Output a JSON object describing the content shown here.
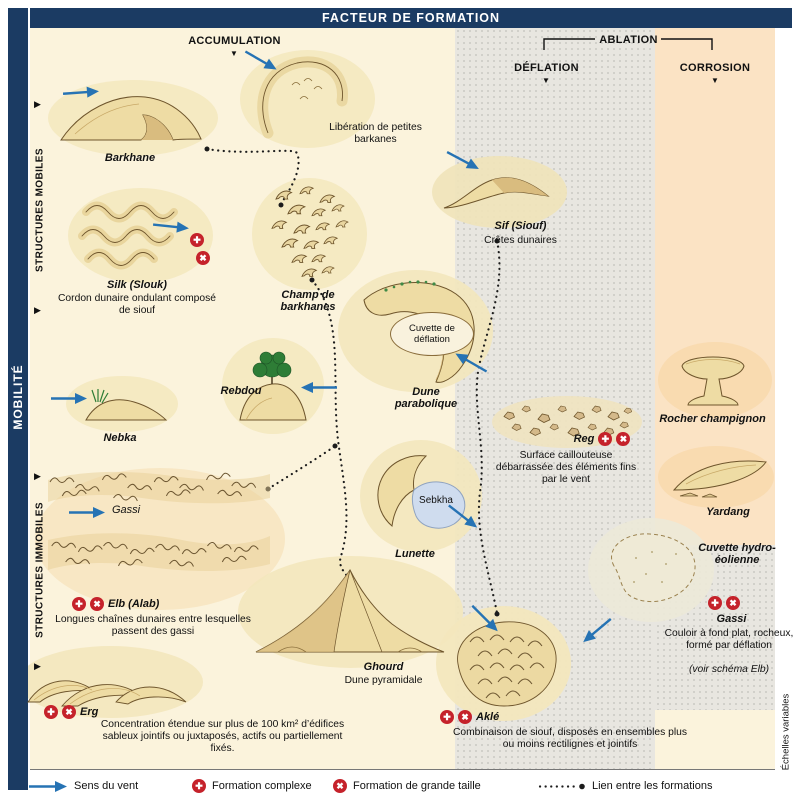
{
  "colors": {
    "navy": "#1b3b63",
    "cream": "#fbf3dc",
    "gray_zone": "#e8e6e0",
    "peach_zone": "#fbe3c4",
    "sand": "#eedca4",
    "sand_dark": "#d9bc7f",
    "outline": "#6e552c",
    "wind_blue": "#2673b4",
    "icon_red": "#c5222b",
    "sebkha_blue": "#cfdcee"
  },
  "header": {
    "title": "FACTEUR DE FORMATION"
  },
  "axis": {
    "mobility": "MOBILITÉ",
    "structures_mobiles": "STRUCTURES MOBILES",
    "structures_immobiles": "STRUCTURES IMMOBILES",
    "accumulation": "ACCUMULATION",
    "ablation": "ABLATION",
    "deflation": "DÉFLATION",
    "corrosion": "CORROSION"
  },
  "formations": {
    "barkhane": {
      "name": "Barkhane"
    },
    "liberation": {
      "caption": "Libération de petites barkanes"
    },
    "silk": {
      "name": "Silk (Slouk)",
      "caption": "Cordon dunaire ondulant composé de siouf"
    },
    "champ_barkhanes": {
      "name": "Champ de barkhanes"
    },
    "sif": {
      "name": "Sif (Siouf)",
      "caption": "Crêtes dunaires"
    },
    "cuvette_deflation": {
      "name": "Cuvette de déflation"
    },
    "dune_parabolique": {
      "name": "Dune parabolique"
    },
    "rebdou": {
      "name": "Rebdou"
    },
    "nebka": {
      "name": "Nebka"
    },
    "rocher_champignon": {
      "name": "Rocher champignon"
    },
    "reg": {
      "name": "Reg",
      "caption": "Surface caillouteuse débarrassée des éléments fins par le vent"
    },
    "yardang": {
      "name": "Yardang"
    },
    "gassi_corridor": {
      "name": "Gassi"
    },
    "elb": {
      "name": "Elb (Alab)",
      "caption": "Longues chaînes dunaires entre lesquelles passent des gassi"
    },
    "sebkha": {
      "name": "Sebkha"
    },
    "lunette": {
      "name": "Lunette"
    },
    "cuvette_hydro": {
      "name": "Cuvette hydro-éolienne"
    },
    "gassi_right": {
      "name": "Gassi",
      "caption": "Couloir à fond plat, rocheux, formé par déflation",
      "note": "(voir schéma Elb)"
    },
    "ghourd": {
      "name": "Ghourd",
      "caption": "Dune pyramidale"
    },
    "erg": {
      "name": "Erg",
      "caption": "Concentration étendue sur plus de 100 km² d’édifices sableux jointifs ou juxtaposés, actifs ou partiellement fixés."
    },
    "akle": {
      "name": "Aklé",
      "caption": "Combinaison de siouf, disposés en ensembles plus ou moins rectilignes et jointifs"
    }
  },
  "legend": {
    "wind": "Sens du vent",
    "complex": "Formation complexe",
    "large": "Formation de grande taille",
    "link": "Lien entre les formations"
  },
  "footnote": "Échelles variables"
}
